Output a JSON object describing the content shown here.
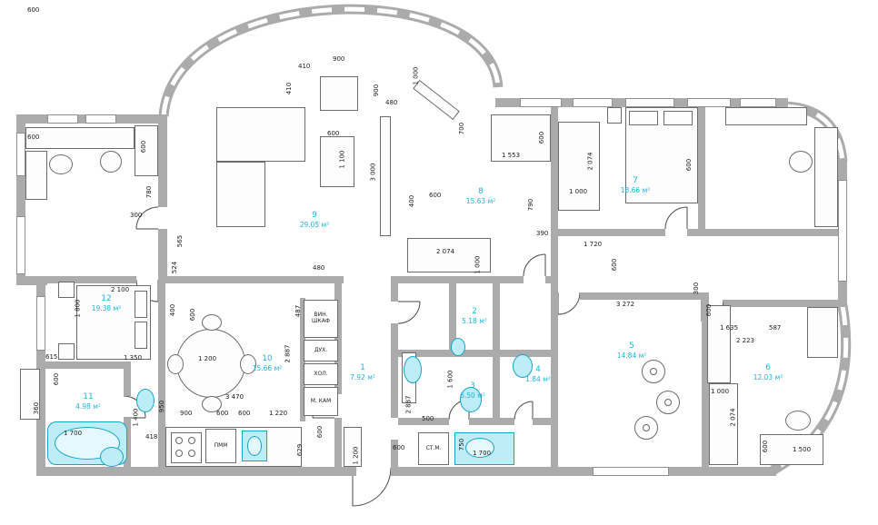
{
  "colors": {
    "wall": "#ababab",
    "room_label": "#1db4dc",
    "fixture_fill": "#bdeef7",
    "fixture_border": "#18a2c6",
    "dimension_text": "#1a1a1a",
    "background": "#ffffff"
  },
  "rooms": [
    {
      "number": "1",
      "area": "7.92 м²"
    },
    {
      "number": "2",
      "area": "5.18 м²"
    },
    {
      "number": "3",
      "area": "6.50 м²"
    },
    {
      "number": "4",
      "area": "1.84 м²"
    },
    {
      "number": "5",
      "area": "14.84 м²"
    },
    {
      "number": "6",
      "area": "12.03 м²"
    },
    {
      "number": "7",
      "area": "18.66 м²"
    },
    {
      "number": "8",
      "area": "15.63 м²"
    },
    {
      "number": "9",
      "area": "29.05 м²"
    },
    {
      "number": "10",
      "area": "15.66 м²"
    },
    {
      "number": "11",
      "area": "4.98 м²"
    },
    {
      "number": "12",
      "area": "19.38 м²"
    }
  ],
  "labels": {
    "wine1": "ВИН.",
    "wine2": "ШКАФ",
    "oven": "ДУХ.",
    "fridge": "ХОЛ.",
    "freezer": "М. КАМ",
    "dishwasher": "ПММ",
    "washing_machine": "СТ.М."
  },
  "dims": [
    "600",
    "600",
    "600",
    "780",
    "300",
    "410",
    "410",
    "900",
    "900",
    "1 000",
    "480",
    "700",
    "600",
    "1 100",
    "3 000",
    "400",
    "600",
    "1 553",
    "600",
    "790",
    "390",
    "2 074",
    "1 000",
    "2 074",
    "1 000",
    "600",
    "1 720",
    "600",
    "565",
    "524",
    "480",
    "2 100",
    "1 800",
    "615",
    "1 350",
    "360",
    "600",
    "400",
    "600",
    "487",
    "2 887",
    "1 200",
    "3 470",
    "1 220",
    "900",
    "600",
    "600",
    "418",
    "950",
    "629",
    "600",
    "1 200",
    "1 400",
    "1 700",
    "2 887",
    "500",
    "600",
    "1 600",
    "750",
    "1 700",
    "3 272",
    "300",
    "600",
    "1 635",
    "587",
    "2 223",
    "1 000",
    "2 074",
    "600",
    "1 500"
  ]
}
